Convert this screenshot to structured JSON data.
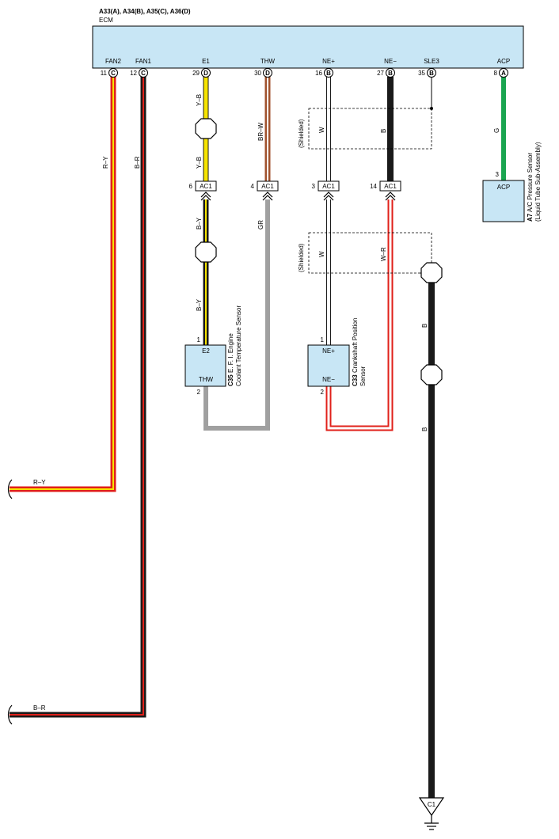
{
  "ecm": {
    "connectors_title": "A33(A), A34(B), A35(C), A36(D)",
    "name": "ECM",
    "pins": [
      {
        "label": "FAN2",
        "number": "11",
        "letter": "C"
      },
      {
        "label": "FAN1",
        "number": "12",
        "letter": "C"
      },
      {
        "label": "E1",
        "number": "29",
        "letter": "D"
      },
      {
        "label": "THW",
        "number": "30",
        "letter": "D"
      },
      {
        "label": "NE+",
        "number": "16",
        "letter": "B"
      },
      {
        "label": "NE−",
        "number": "27",
        "letter": "B"
      },
      {
        "label": "SLE3",
        "number": "35",
        "letter": "B"
      },
      {
        "label": "ACP",
        "number": "8",
        "letter": "A"
      }
    ]
  },
  "wires": {
    "fan2": "R–Y",
    "fan1": "B–R",
    "e1_upper": "Y–B",
    "e1_lower": "Y–B",
    "thw": "BR–W",
    "ne_plus": "W",
    "ne_minus": "B",
    "acp": "G",
    "e2_upper": "B–Y",
    "e2_lower": "B–Y",
    "thw_low": "GR",
    "ne_plus_low": "W",
    "ne_minus_low": "W–R",
    "ground_upper": "B",
    "ground_lower": "B",
    "left_ry": "R–Y",
    "left_br": "B–R"
  },
  "junction_ac1": [
    {
      "pin": "6",
      "label": "AC1"
    },
    {
      "pin": "4",
      "label": "AC1"
    },
    {
      "pin": "3",
      "label": "AC1"
    },
    {
      "pin": "14",
      "label": "AC1"
    }
  ],
  "shielded_label": "(Shielded)",
  "sensors": {
    "coolant": {
      "code": "C35",
      "name_line1": "E. F. I. Engine",
      "name_line2": "Coolant Temperature Sensor",
      "pin_top": "1",
      "pin_bottom": "2",
      "label_top": "E2",
      "label_bottom": "THW"
    },
    "crank": {
      "code": "C33",
      "name_line1": "Crankshaft Position",
      "name_line2": "Sensor",
      "pin_top": "1",
      "pin_bottom": "2",
      "label_top": "NE+",
      "label_bottom": "NE−"
    },
    "acp": {
      "code": "A7",
      "name_line1": "A/C Pressure Sensor",
      "name_line2": "(Liquid Tube Sub-Assembly)",
      "pin": "3",
      "label": "ACP"
    }
  },
  "ground": {
    "label": "C1"
  },
  "colors": {
    "ecm_fill": "#c8e6f5",
    "sensor_fill": "#c8e6f5",
    "red": "#e0201a",
    "yellow": "#f6e400",
    "brown": "#a0522d",
    "gray": "#a0a0a0",
    "green": "#1aa550",
    "black": "#1a1a1a"
  }
}
